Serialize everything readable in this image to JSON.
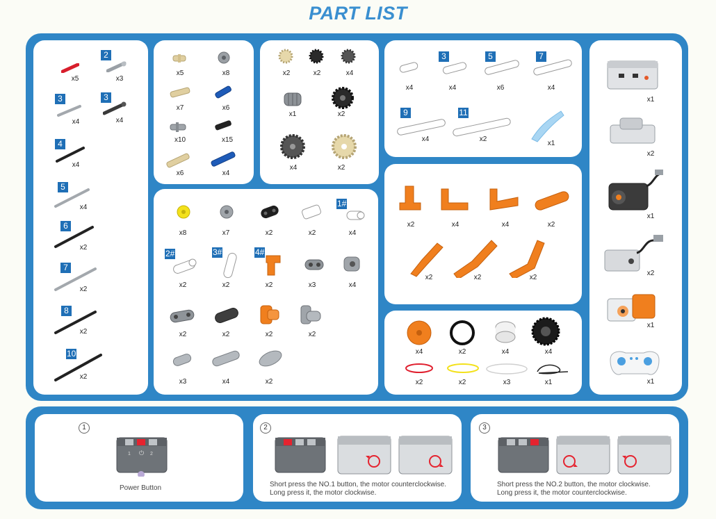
{
  "title": "PART LIST",
  "panel_axles": [
    {
      "qty": "x5",
      "badge": ""
    },
    {
      "qty": "x3",
      "badge": "2"
    },
    {
      "qty": "x4",
      "badge": "3"
    },
    {
      "qty": "x4",
      "badge": "3"
    },
    {
      "qty": "x4",
      "badge": "4"
    },
    {
      "qty": "x4",
      "badge": "5"
    },
    {
      "qty": "x2",
      "badge": "6"
    },
    {
      "qty": "x2",
      "badge": "7"
    },
    {
      "qty": "x2",
      "badge": "8"
    },
    {
      "qty": "x2",
      "badge": "10"
    }
  ],
  "panel_pins": [
    "x5",
    "x8",
    "x7",
    "x6",
    "x10",
    "x15",
    "x6",
    "x4"
  ],
  "panel_gears": [
    "x2",
    "x2",
    "x4",
    "x1",
    "x2",
    "x4",
    "x2"
  ],
  "panel_beams": [
    {
      "qty": "x4",
      "badge": ""
    },
    {
      "qty": "x4",
      "badge": "3"
    },
    {
      "qty": "x6",
      "badge": "5"
    },
    {
      "qty": "x4",
      "badge": "7"
    },
    {
      "qty": "x4",
      "badge": "9"
    },
    {
      "qty": "x2",
      "badge": "11"
    },
    {
      "qty": "x1",
      "badge": ""
    }
  ],
  "panel_connectors": [
    {
      "qty": "x8",
      "badge": ""
    },
    {
      "qty": "x7",
      "badge": ""
    },
    {
      "qty": "x2",
      "badge": ""
    },
    {
      "qty": "x2",
      "badge": ""
    },
    {
      "qty": "x4",
      "badge": "1#"
    },
    {
      "qty": "x2",
      "badge": "2#"
    },
    {
      "qty": "x2",
      "badge": "3#"
    },
    {
      "qty": "x2",
      "badge": "4#"
    },
    {
      "qty": "x3",
      "badge": ""
    },
    {
      "qty": "x4",
      "badge": ""
    },
    {
      "qty": "x2",
      "badge": ""
    },
    {
      "qty": "x2",
      "badge": ""
    },
    {
      "qty": "x2",
      "badge": ""
    },
    {
      "qty": "x2",
      "badge": ""
    },
    {
      "qty": "x3",
      "badge": ""
    },
    {
      "qty": "x4",
      "badge": ""
    },
    {
      "qty": "x2",
      "badge": ""
    }
  ],
  "panel_orange": [
    "x2",
    "x4",
    "x4",
    "x2",
    "x2",
    "x2",
    "x2"
  ],
  "panel_wheels": [
    "x4",
    "x2",
    "x4",
    "x4",
    "x2",
    "x2",
    "x3",
    "x1"
  ],
  "panel_electronics": [
    "x1",
    "x2",
    "x1",
    "x2",
    "x1",
    "x1"
  ],
  "steps": [
    {
      "num": "1",
      "line1": "Power Button",
      "line2": ""
    },
    {
      "num": "2",
      "line1": "Short press the NO.1 button, the motor counterclockwise.",
      "line2": "Long press it, the motor clockwise."
    },
    {
      "num": "3",
      "line1": "Short press the NO.2 button, the motor clockwise.",
      "line2": "Long press it, the motor counterclockwise."
    }
  ],
  "hub_buttons": {
    "b1": "1",
    "b2": "2"
  },
  "colors": {
    "frame": "#2f86c6",
    "badge": "#1f6fb6",
    "title": "#3a8fd0",
    "orange": "#f07f1e"
  }
}
